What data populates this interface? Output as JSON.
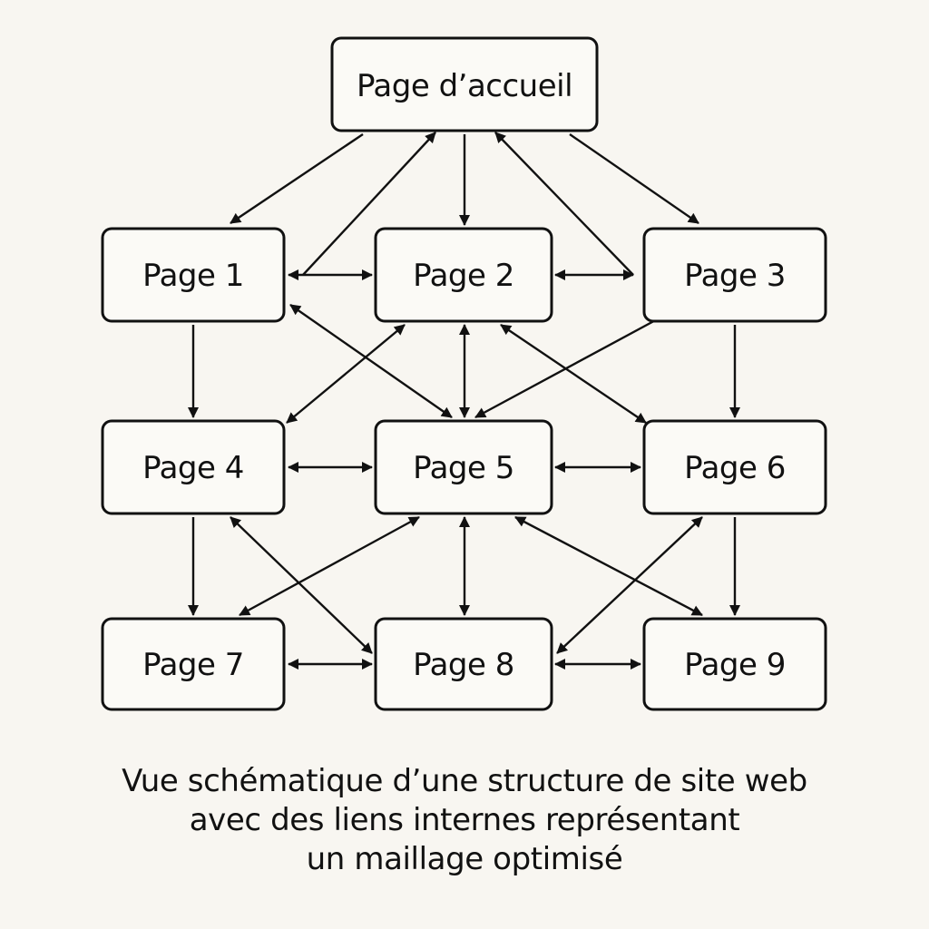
{
  "diagram": {
    "nodes": {
      "home": "Page d’accueil",
      "p1": "Page 1",
      "p2": "Page 2",
      "p3": "Page 3",
      "p4": "Page 4",
      "p5": "Page 5",
      "p6": "Page 6",
      "p7": "Page 7",
      "p8": "Page 8",
      "p9": "Page 9"
    },
    "edges": [
      {
        "from": "home",
        "to": "p1",
        "directed": true
      },
      {
        "from": "home",
        "to": "p2",
        "directed": true
      },
      {
        "from": "home",
        "to": "p3",
        "directed": true
      },
      {
        "from": "p1",
        "to": "home",
        "directed": true
      },
      {
        "from": "p3",
        "to": "home",
        "directed": true
      },
      {
        "from": "p1",
        "to": "p2",
        "directed": false
      },
      {
        "from": "p2",
        "to": "p3",
        "directed": false
      },
      {
        "from": "p1",
        "to": "p4",
        "directed": true
      },
      {
        "from": "p3",
        "to": "p6",
        "directed": true
      },
      {
        "from": "p1",
        "to": "p5",
        "directed": false
      },
      {
        "from": "p2",
        "to": "p5",
        "directed": false
      },
      {
        "from": "p3",
        "to": "p5",
        "directed": false
      },
      {
        "from": "p2",
        "to": "p4",
        "directed": false
      },
      {
        "from": "p2",
        "to": "p6",
        "directed": false
      },
      {
        "from": "p4",
        "to": "p5",
        "directed": false
      },
      {
        "from": "p5",
        "to": "p6",
        "directed": false
      },
      {
        "from": "p4",
        "to": "p7",
        "directed": true
      },
      {
        "from": "p6",
        "to": "p9",
        "directed": true
      },
      {
        "from": "p4",
        "to": "p8",
        "directed": false
      },
      {
        "from": "p5",
        "to": "p7",
        "directed": false
      },
      {
        "from": "p5",
        "to": "p8",
        "directed": false
      },
      {
        "from": "p5",
        "to": "p9",
        "directed": false
      },
      {
        "from": "p6",
        "to": "p8",
        "directed": false
      },
      {
        "from": "p7",
        "to": "p8",
        "directed": false
      },
      {
        "from": "p8",
        "to": "p9",
        "directed": false
      }
    ]
  },
  "caption": {
    "line1": "Vue schématique d’une structure de site web",
    "line2": "avec des liens internes représentant",
    "line3": "un maillage optimisé"
  }
}
